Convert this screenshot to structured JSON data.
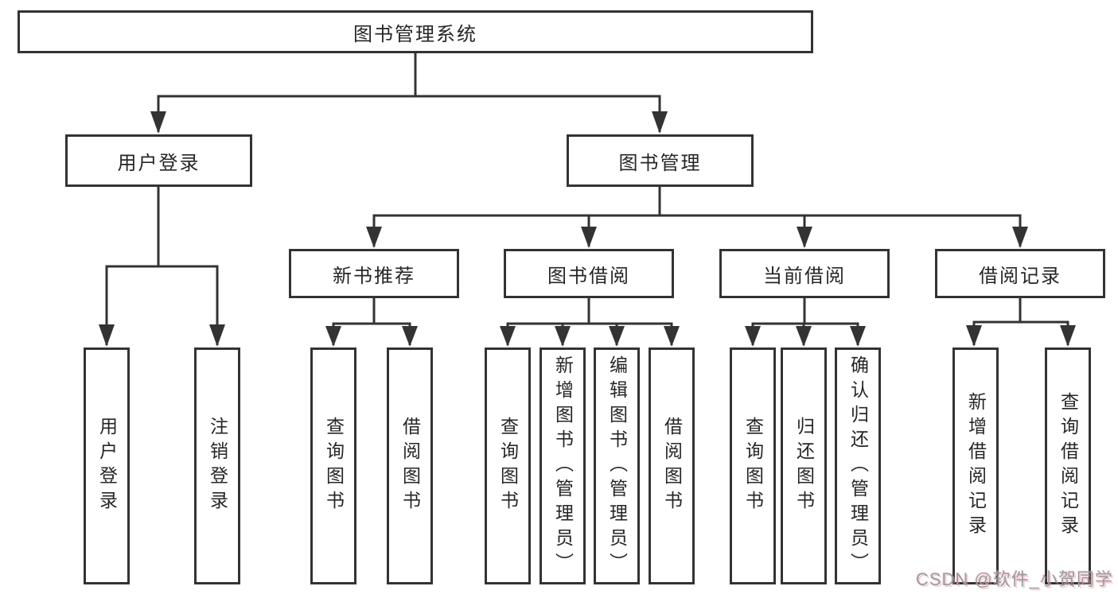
{
  "diagram": {
    "root": {
      "label": "图书管理系统"
    },
    "level2": [
      {
        "label": "用户登录"
      },
      {
        "label": "图书管理"
      }
    ],
    "level3": [
      {
        "label": "新书推荐"
      },
      {
        "label": "图书借阅"
      },
      {
        "label": "当前借阅"
      },
      {
        "label": "借阅记录"
      }
    ],
    "leaves": {
      "user_login": [
        {
          "label": "用户登录"
        },
        {
          "label": "注销登录"
        }
      ],
      "new_book": [
        {
          "label": "查询图书"
        },
        {
          "label": "借阅图书"
        }
      ],
      "book_borrow": [
        {
          "label": "查询图书"
        },
        {
          "label": "新增图书（管理员）"
        },
        {
          "label": "编辑图书（管理员）"
        },
        {
          "label": "借阅图书"
        }
      ],
      "current_borrow": [
        {
          "label": "查询图书"
        },
        {
          "label": "归还图书"
        },
        {
          "label": "确认归还（管理员）"
        }
      ],
      "borrow_records": [
        {
          "label": "新增借阅记录"
        },
        {
          "label": "查询借阅记录"
        }
      ]
    },
    "colors": {
      "line": "#333333",
      "text": "#262626",
      "box_background": "#ffffff"
    }
  },
  "watermark": {
    "text": "CSDN @软件_小贺同学",
    "gray": "#9b9b9b",
    "pink": "#ec92a8"
  }
}
